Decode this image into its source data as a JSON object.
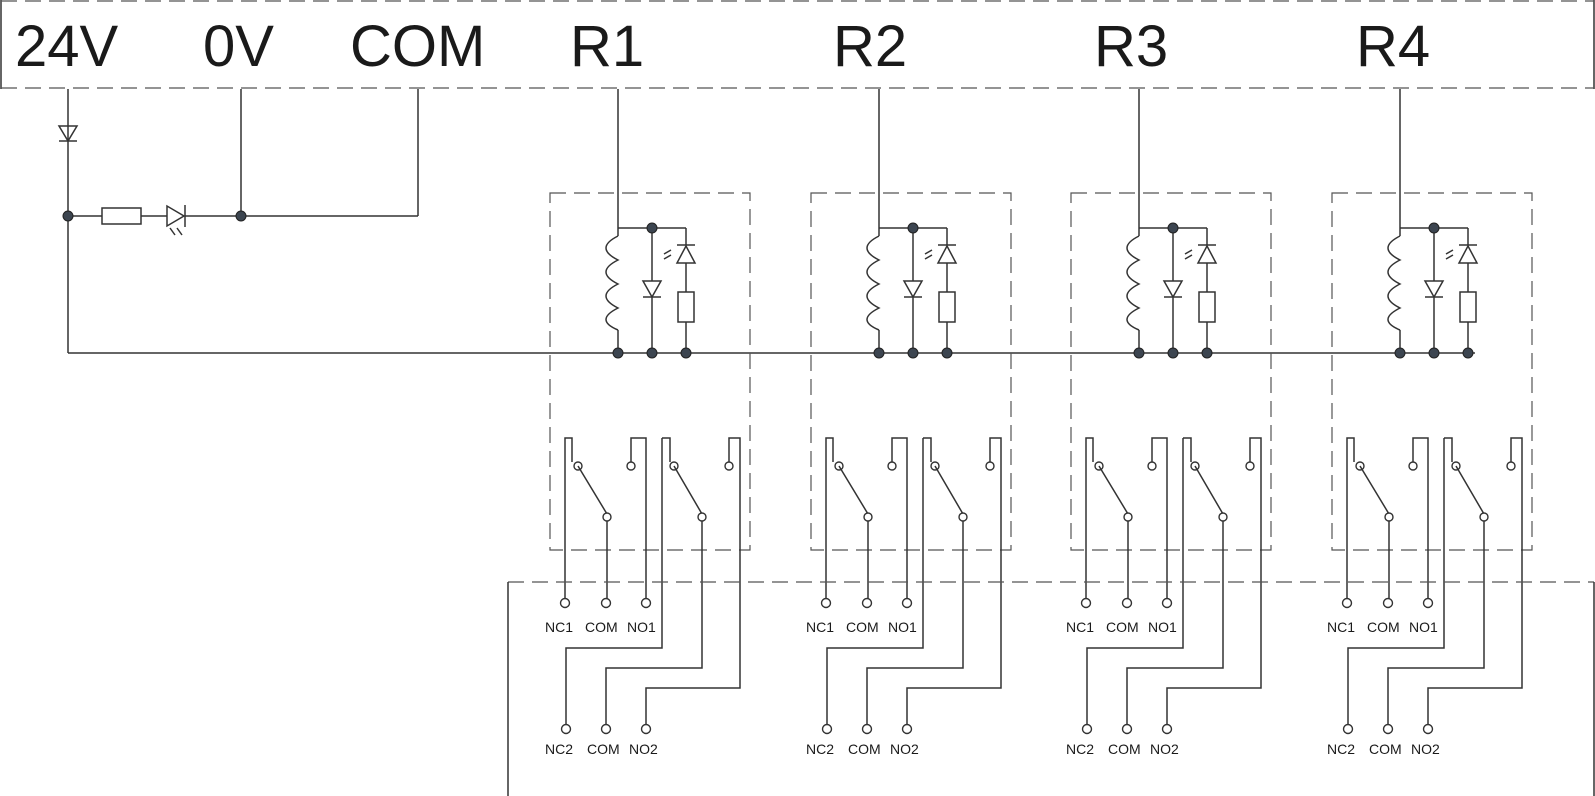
{
  "header_terminals": [
    "24V",
    "0V",
    "COM",
    "R1",
    "R2",
    "R3",
    "R4"
  ],
  "relays": [
    {
      "name": "R1",
      "row1": [
        "NC1",
        "COM",
        "NO1"
      ],
      "row2": [
        "NC2",
        "COM",
        "NO2"
      ]
    },
    {
      "name": "R2",
      "row1": [
        "NC1",
        "COM",
        "NO1"
      ],
      "row2": [
        "NC2",
        "COM",
        "NO2"
      ]
    },
    {
      "name": "R3",
      "row1": [
        "NC1",
        "COM",
        "NO1"
      ],
      "row2": [
        "NC2",
        "COM",
        "NO2"
      ]
    },
    {
      "name": "R4",
      "row1": [
        "NC1",
        "COM",
        "NO1"
      ],
      "row2": [
        "NC2",
        "COM",
        "NO2"
      ]
    }
  ],
  "colors": {
    "line": "#333333",
    "node": "#3c4550",
    "background": "#ffffff"
  }
}
